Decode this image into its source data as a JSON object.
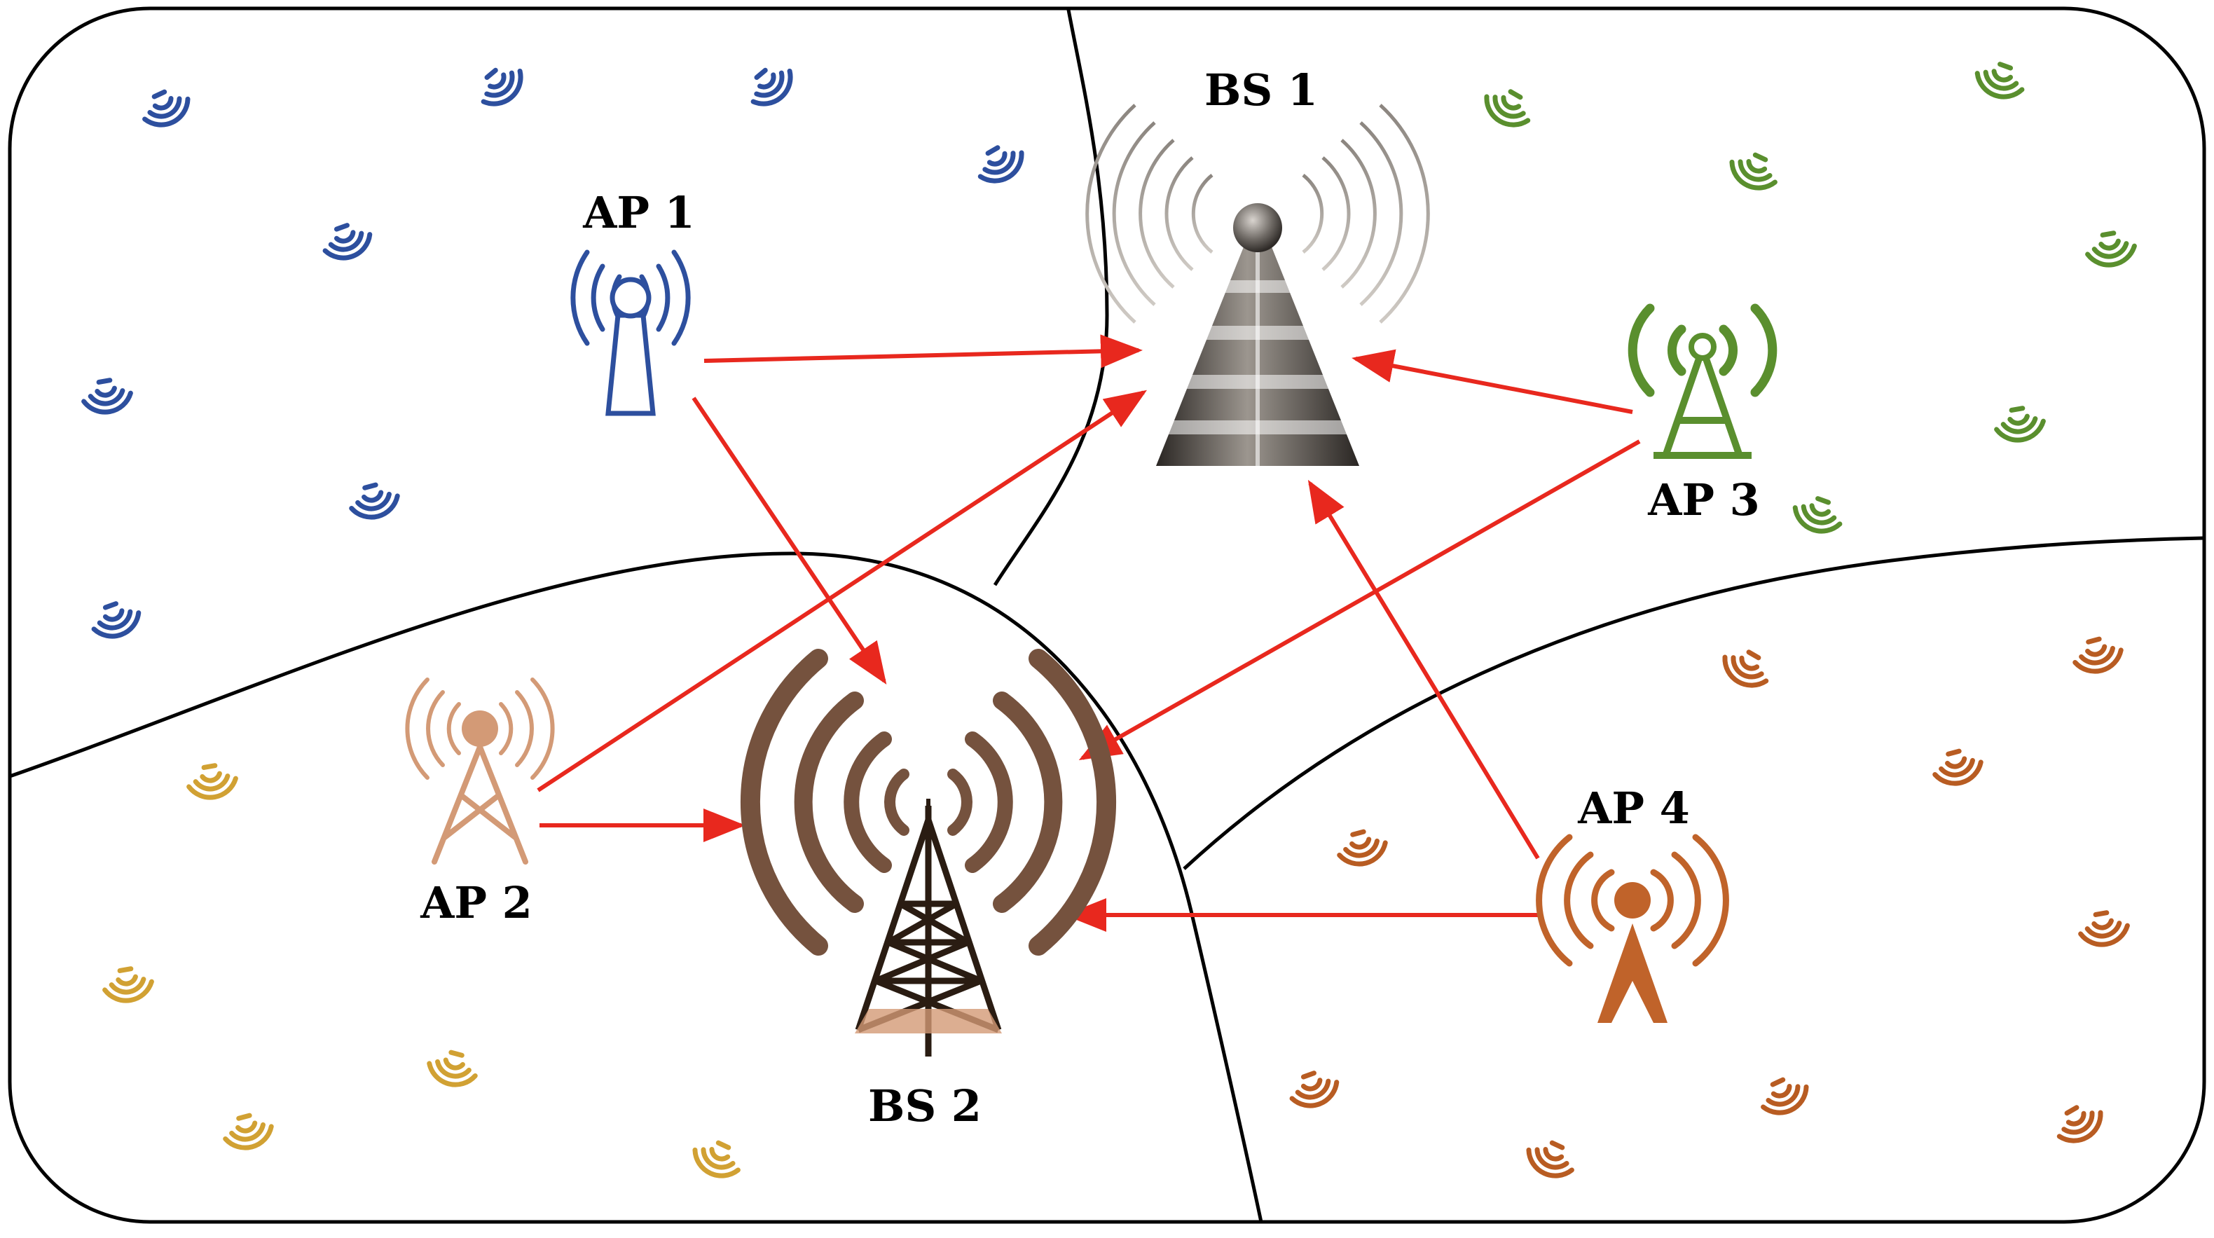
{
  "labels": {
    "bs1": "BS 1",
    "bs2": "BS 2",
    "ap1": "AP 1",
    "ap2": "AP 2",
    "ap3": "AP 3",
    "ap4": "AP 4"
  },
  "colors": {
    "frame": "#000000",
    "arrow": "#e8281e",
    "ap1_region": "#2d4f9e",
    "ap2_region": "#d1a133",
    "ap3_region": "#5a8f2e",
    "ap4_region": "#b85c22",
    "ap2_icon": "#d39a76",
    "ap4_icon": "#c0632a",
    "bs1_tower": "#6f6a65",
    "bs2_tower": "#75523e"
  },
  "icons": {
    "bs1": "cell-tower-icon",
    "bs2": "cell-tower-icon",
    "ap1": "antenna-icon",
    "ap2": "antenna-icon",
    "ap3": "antenna-icon",
    "ap4": "antenna-icon",
    "user_device": "wifi-signal-icon"
  },
  "links": [
    {
      "from": "AP 1",
      "to": "BS 1"
    },
    {
      "from": "AP 1",
      "to": "BS 2"
    },
    {
      "from": "AP 2",
      "to": "BS 1"
    },
    {
      "from": "AP 2",
      "to": "BS 2"
    },
    {
      "from": "AP 3",
      "to": "BS 1"
    },
    {
      "from": "AP 3",
      "to": "BS 2"
    },
    {
      "from": "AP 4",
      "to": "BS 1"
    },
    {
      "from": "AP 4",
      "to": "BS 2"
    }
  ]
}
